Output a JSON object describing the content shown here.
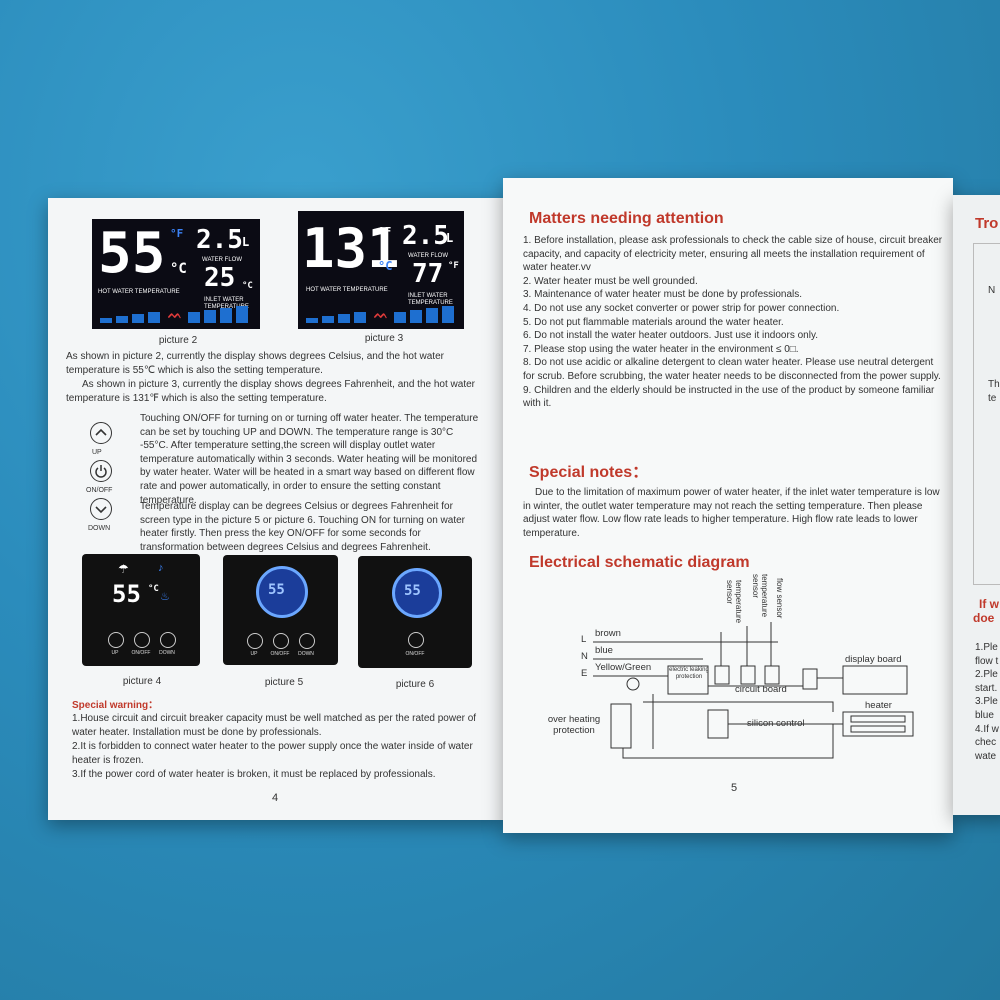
{
  "left_page": {
    "picture2": {
      "temp": "55",
      "unit_deg": "°F",
      "unit_c": "°C",
      "flow_value": "2.5",
      "flow_unit": "L",
      "flow_label": "WATER FLOW",
      "inlet_value": "25",
      "inlet_unit": "°C",
      "hot_label": "HOT WATER TEMPERATURE",
      "inlet_label": "INLET WATER TEMPERATURE"
    },
    "picture3": {
      "temp": "131",
      "unit_deg": "°F",
      "unit_c": "°C",
      "flow_value": "2.5",
      "flow_unit": "L",
      "flow_label": "WATER FLOW",
      "inlet_value": "77",
      "inlet_unit": "°F",
      "hot_label": "HOT WATER TEMPERATURE",
      "inlet_label": "INLET WATER TEMPERATURE"
    },
    "caption2": "picture 2",
    "caption3": "picture 3",
    "para1": "As shown in picture 2, currently the display shows degrees Celsius, and the hot water temperature is 55℃ which is also the setting temperature.",
    "para2": "As shown in picture 3, currently the display shows degrees Fahrenheit, and the hot water temperature is 131℉ which is also the setting temperature.",
    "para3": "Touching ON/OFF for turning on or turning off water heater. The temperature can be set by touching UP and DOWN. The temperature range is 30°C -55°C. After temperature setting,the screen will display outlet water temperature automatically within 3 seconds. Water heating will be monitored by water heater. Water will be heated in a smart way based on different flow rate and power automatically, in order to ensure the setting constant temperature.",
    "para4": "Temperature display can be degrees Celsius or degrees Fahrenheit for screen type in the picture 5 or picture 6. Touching ON for turning on water heater firstly. Then press the key ON/OFF for some seconds for transformation between degrees Celsius and degrees Fahrenheit.",
    "icon_up": "UP",
    "icon_onoff": "ON/OFF",
    "icon_down": "DOWN",
    "panel4": {
      "temp": "55",
      "unit": "°C",
      "up": "UP",
      "onoff": "ON/OFF",
      "down": "DOWN"
    },
    "panel5": {
      "temp": "55",
      "up": "UP",
      "onoff": "ON/OFF",
      "down": "DOWN"
    },
    "panel6": {
      "temp": "55",
      "onoff": "ON/OFF"
    },
    "caption4": "picture 4",
    "caption5": "picture 5",
    "caption6": "picture 6",
    "warning_title": "Special warning：",
    "warning1": "1.House circuit and circuit breaker capacity must be well matched as per the rated power of water heater. Installation must be done by professionals.",
    "warning2": "2.It is forbidden to connect water heater to the power supply once the water inside of water heater is frozen.",
    "warning3": "3.If the power cord of water heater is broken, it must be replaced by professionals.",
    "page_number": "4"
  },
  "right_page": {
    "heading1": "Matters needing attention",
    "items": [
      "1. Before installation, please ask professionals to check the cable size of house, circuit breaker capacity, and capacity of electricity meter, ensuring all meets the installation requirement of water heater.vv",
      "2. Water heater must be well grounded.",
      "3. Maintenance of water heater must be done by professionals.",
      "4. Do not use any socket converter or power strip for power connection.",
      "5. Do not put flammable materials around the water heater.",
      "6. Do not install the water heater outdoors. Just use it indoors only.",
      "7. Please stop using the water heater in the environment ≤ 0□.",
      "8. Do not use acidic or alkaline detergent to clean water heater. Please use neutral detergent for scrub. Before scrubbing, the water heater needs to be disconnected from the power supply.",
      "9. Children and the elderly should be instructed in the use of the product by someone familiar with it."
    ],
    "heading2": "Special notes：",
    "notes": "Due to the limitation of maximum power of water heater, if the inlet water temperature is low in winter, the outlet water temperature may not reach the setting temperature. Then please adjust water flow. Low flow rate leads to higher temperature. High flow rate leads to lower temperature.",
    "heading3": "Electrical schematic diagram",
    "schematic": {
      "brown": "brown",
      "blue": "blue",
      "yellow_green": "Yellow/Green",
      "L": "L",
      "N": "N",
      "E": "E",
      "leak": "electric leaking protection",
      "temp_sensor1": "temperature sensor",
      "temp_sensor2": "temperature sensor",
      "flow_sensor": "flow sensor",
      "circuit_board": "circuit board",
      "display_board": "display board",
      "heater": "heater",
      "silicon_control": "silicon control",
      "over_heating": "over heating protection"
    },
    "page_number": "5"
  },
  "third_page": {
    "title": "Tro",
    "rows": [
      "N",
      "Th",
      "te"
    ],
    "heading": "If w",
    "heading2": "doe",
    "lines": [
      "1.Ple",
      "flow t",
      "2.Ple",
      "start.",
      "3.Ple",
      "blue",
      "4.If w",
      "chec",
      "wate"
    ]
  }
}
